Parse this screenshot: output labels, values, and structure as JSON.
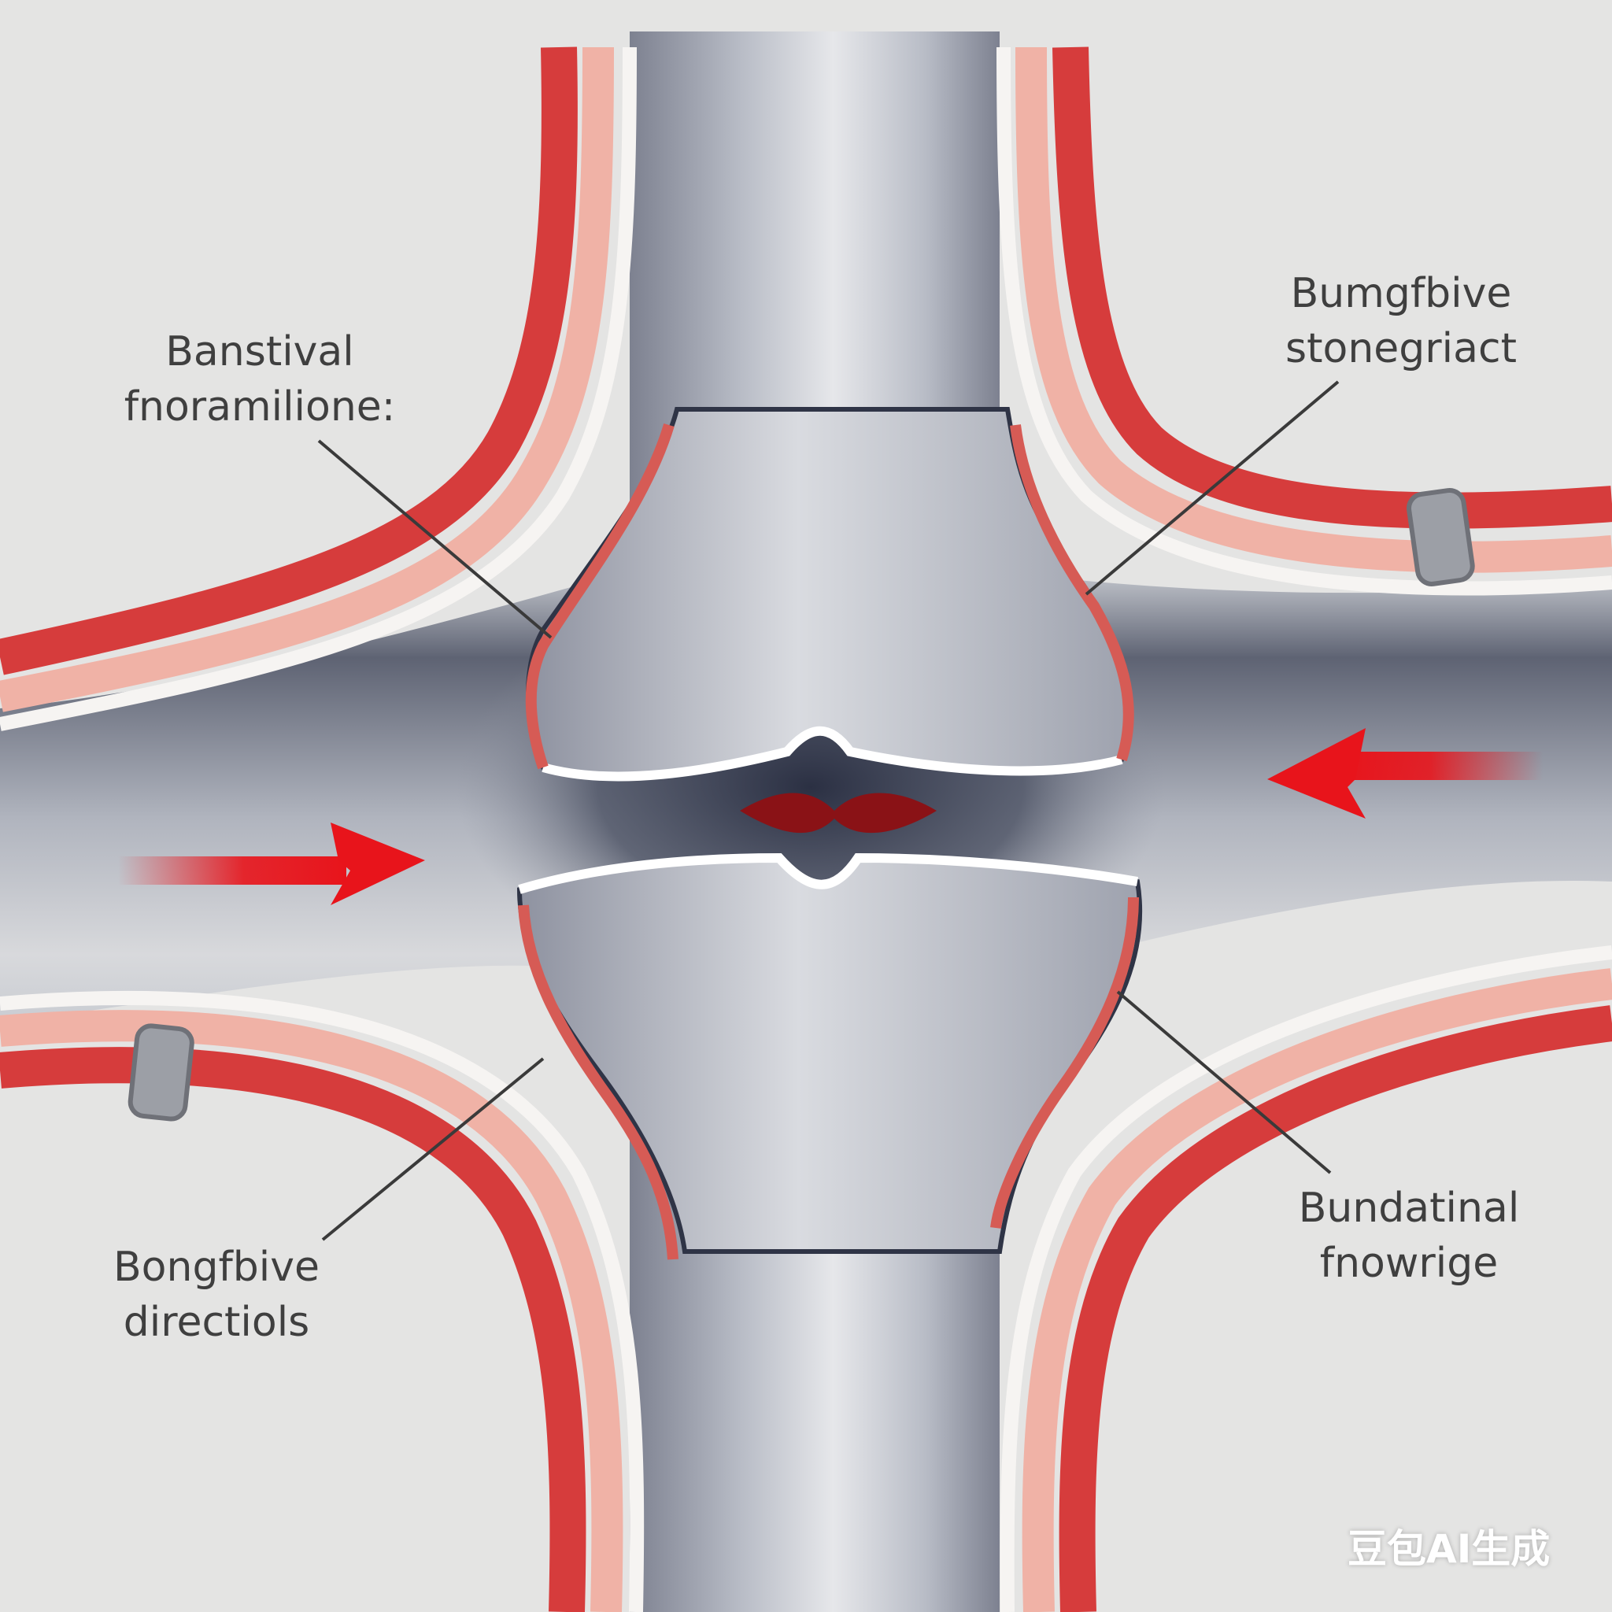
{
  "labels": {
    "top_left": {
      "line1": "Banstival",
      "line2": "fnoramilione:"
    },
    "top_right": {
      "line1": "Bumgfbive",
      "line2": "stonegriact"
    },
    "bottom_left": {
      "line1": "Bongfbive",
      "line2": "directiols"
    },
    "bottom_right": {
      "line1": "Bundatinal",
      "line2": "fnowrige"
    }
  },
  "watermark": "豆包AI生成",
  "colors": {
    "background": "#e4e4e3",
    "vessel_red": "#d63c3c",
    "vessel_pink": "#f0b2a6",
    "bone_gray": "#b9bcc4",
    "cavity_dark": "#2f3446",
    "arrow_red": "#e8141b",
    "leader_line": "#3a3a3a"
  }
}
